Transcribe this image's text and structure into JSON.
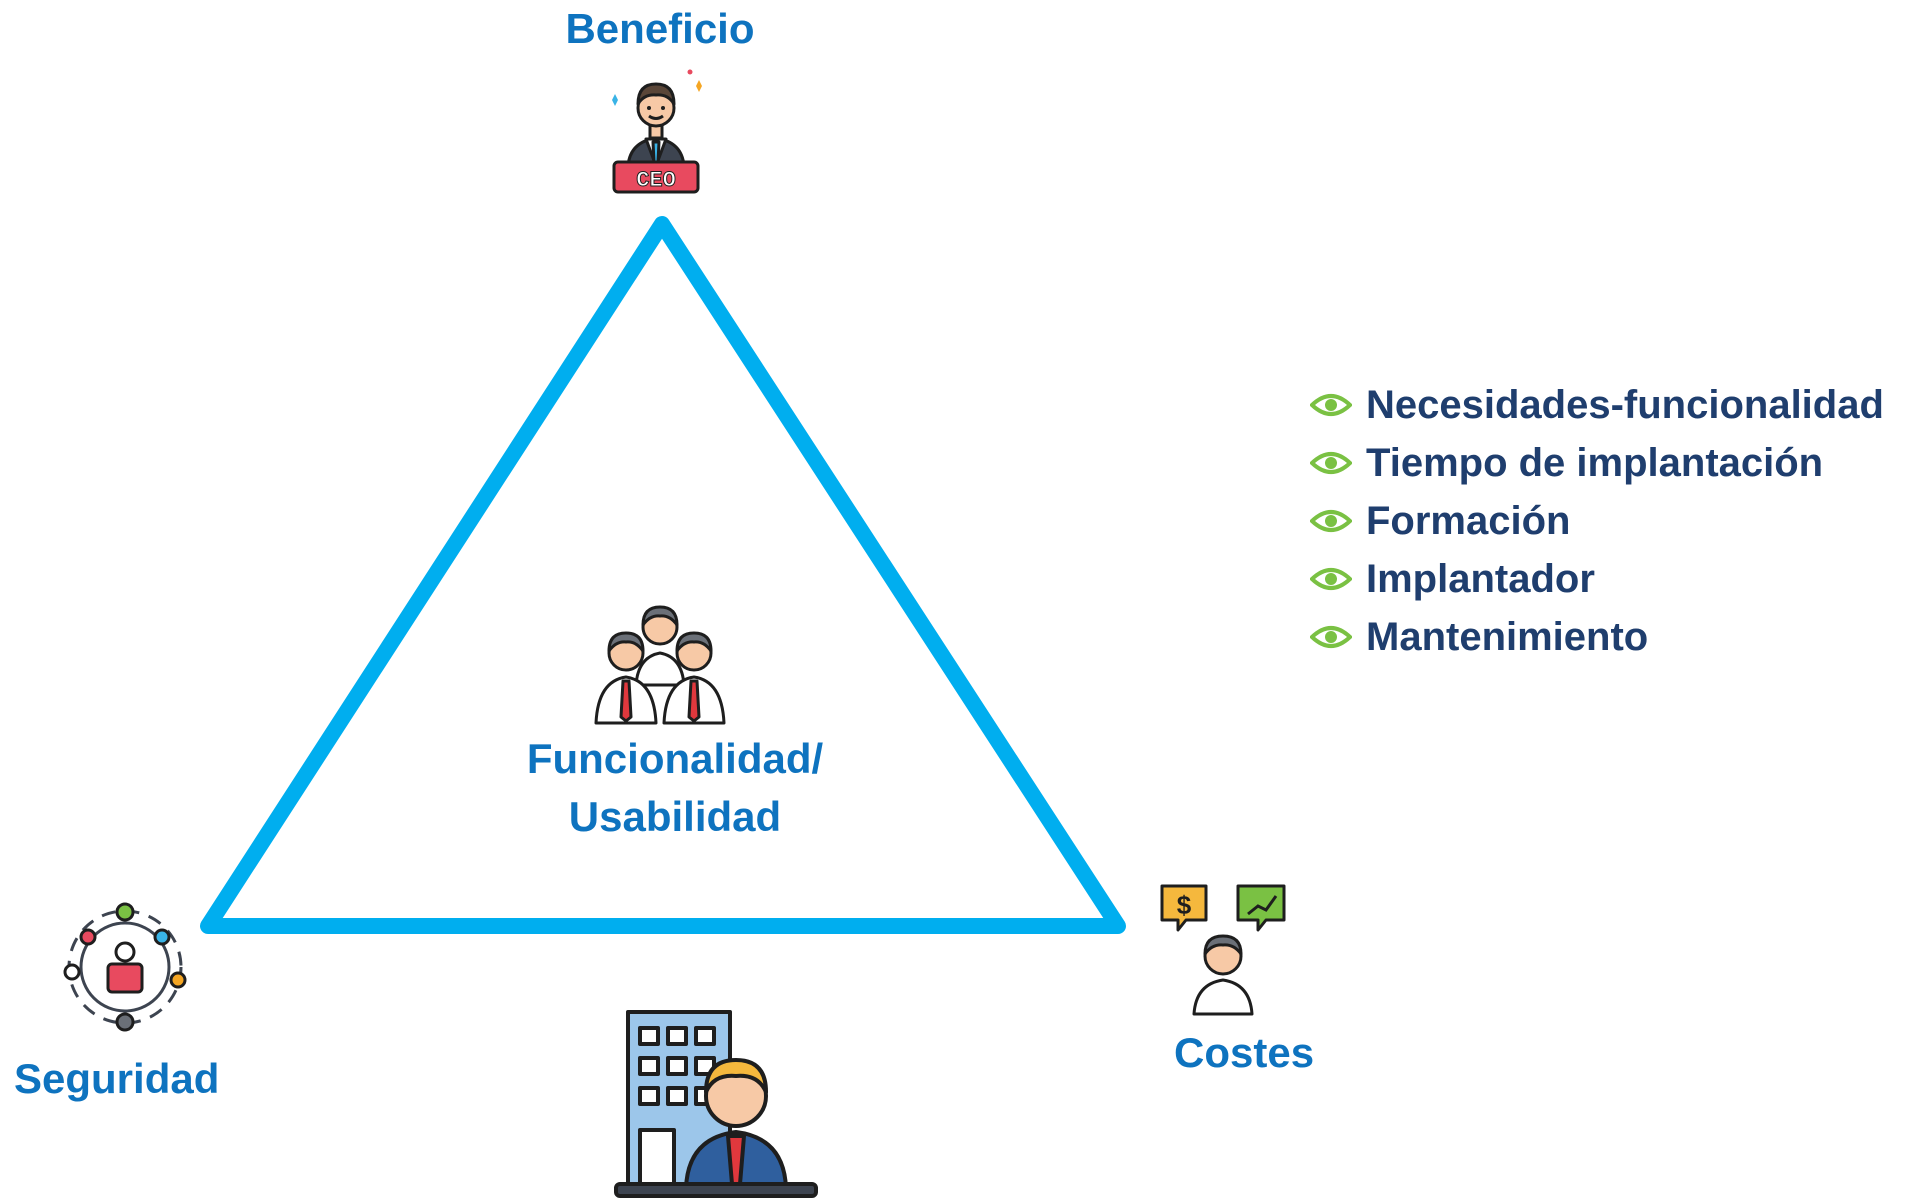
{
  "diagram": {
    "nodes": {
      "top": {
        "label": "Beneficio",
        "icon": "ceo-icon"
      },
      "left": {
        "label": "Seguridad",
        "icon": "security-network-icon"
      },
      "right": {
        "label": "Costes",
        "icon": "costs-advisor-icon"
      },
      "center": {
        "label_line1": "Funcionalidad/",
        "label_line2": "Usabilidad",
        "icon": "team-icon"
      },
      "bottom": {
        "icon": "company-businessman-icon"
      }
    },
    "triangle_color": "#00aeef",
    "label_color": "#0e73bf"
  },
  "bullets": {
    "marker_icon": "eye-icon",
    "marker_color": "#7ac143",
    "text_color": "#1f3e6e",
    "items": [
      "Necesidades-funcionalidad",
      "Tiempo de implantación",
      "Formación",
      "Implantador",
      "Mantenimiento"
    ]
  }
}
